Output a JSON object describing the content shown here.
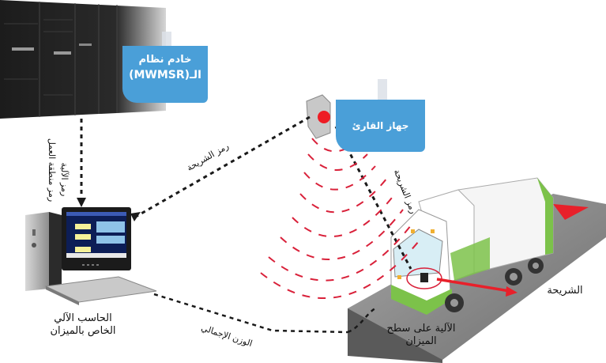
{
  "title": "MWMSR weighing system workflow",
  "nodes": {
    "server": {
      "label_line1": "خادم نظام",
      "label_line2": "الـ(MWMSR)"
    },
    "reader": {
      "label": "جهاز القارئ"
    },
    "computer": {
      "label_line1": "الحاسب الآلي",
      "label_line2": "الخاص بالميزان"
    },
    "vehicle": {
      "label_line1": "الآلية على سطح",
      "label_line2": "الميزان"
    },
    "tag": {
      "label": "الشريحة"
    }
  },
  "connections": {
    "computer_to_server_1": "رمز الآلية",
    "computer_to_server_2": "رمز منطقة العمل",
    "reader_to_computer": "رمز الشريحة",
    "tag_to_reader": "رمز الشريحة",
    "scale_to_computer": "الوزن الإجمالي"
  },
  "colors": {
    "note_blue": "#4a9fd8",
    "signal_red": "#d9213a",
    "truck_green": "#7cc24a",
    "dashed_line": "#1a1a1a"
  }
}
